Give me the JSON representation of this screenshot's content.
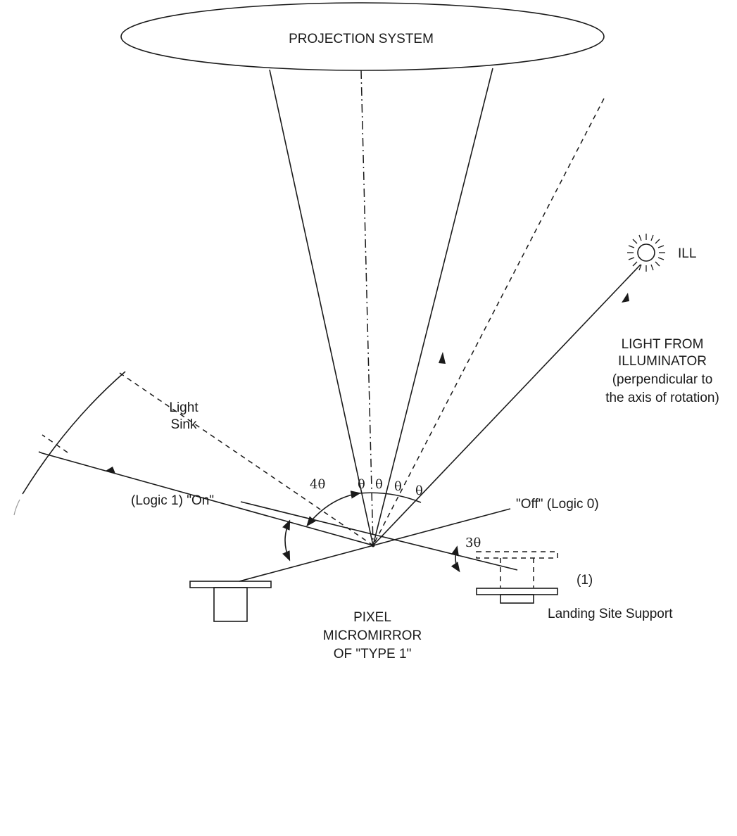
{
  "labels": {
    "projection_system": "PROJECTION SYSTEM",
    "ill": "ILL",
    "light_from": "LIGHT FROM",
    "illuminator": "ILLUMINATOR",
    "perp1": "(perpendicular to",
    "perp2": "the axis of rotation)",
    "light_sink_1": "Light",
    "light_sink_2": "Sink",
    "four_theta": "4θ",
    "theta": "θ",
    "three_theta": "3θ",
    "logic1_on": "(Logic 1) \"On\"",
    "off_logic0": "\"Off\" (Logic 0)",
    "label_1": "(1)",
    "landing_site_support": "Landing Site Support",
    "pixel": "PIXEL",
    "micromirror": "MICROMIRROR",
    "type1": "OF \"TYPE 1\""
  },
  "colors": {
    "ink": "#1a1a1a",
    "background": "#ffffff"
  }
}
